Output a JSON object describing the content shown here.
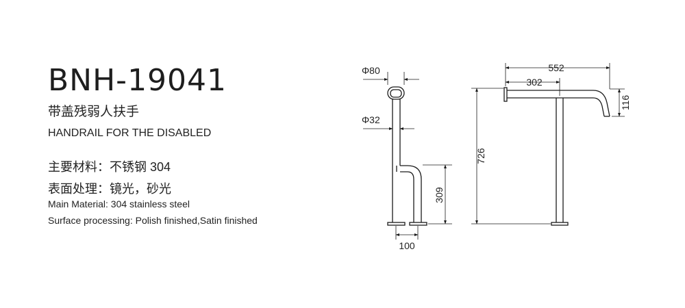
{
  "product": {
    "model": "BNH-19041",
    "name_cn": "带盖残弱人扶手",
    "name_en": "HANDRAIL FOR THE DISABLED",
    "material_cn": "主要材料：不锈钢 304",
    "finish_cn": "表面处理：镜光，砂光",
    "material_en": "Main Material: 304 stainless steel",
    "finish_en": "Surface processing: Polish finished,Satin finished"
  },
  "dimensions": {
    "tube_outer_dia": "Φ80",
    "tube_dia": "Φ32",
    "height_lower": "309",
    "base_spacing": "100",
    "total_height": "726",
    "total_length": "552",
    "upright_offset": "302",
    "end_drop": "116"
  },
  "colors": {
    "line": "#1a1a1a",
    "text": "#222222",
    "background": "#ffffff"
  }
}
